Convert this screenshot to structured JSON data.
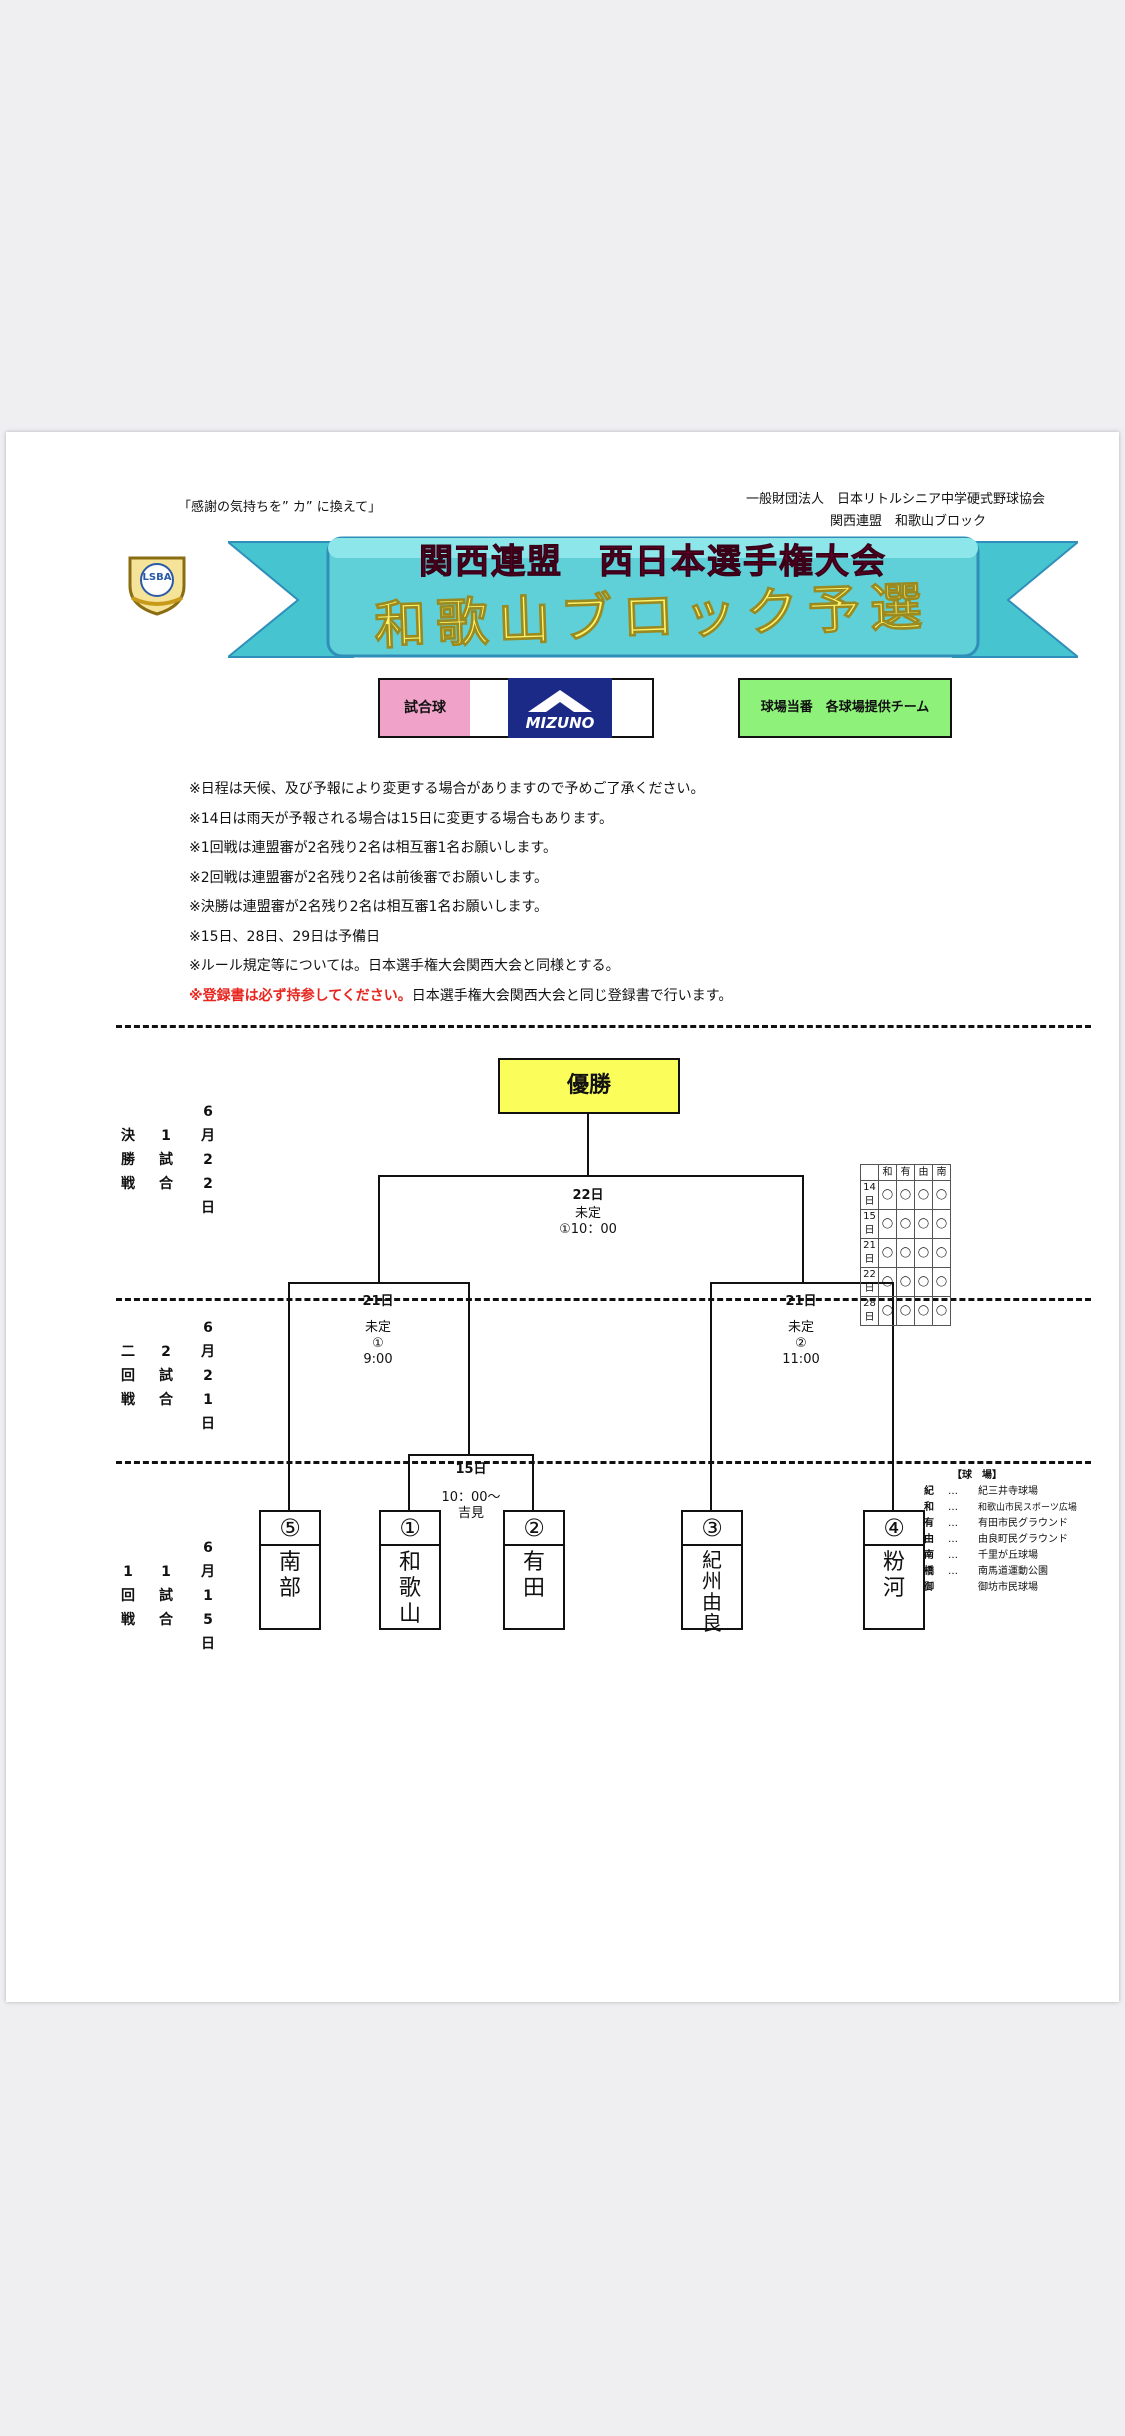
{
  "header": {
    "slogan": "「感謝の気持ちを” カ” に換えて」",
    "org_line1": "一般財団法人　日本リトルシニア中学硬式野球協会",
    "org_line2": "関西連盟　和歌山ブロック"
  },
  "logo": {
    "text": "LSBA"
  },
  "banner": {
    "line1": "関西連盟　西日本選手権大会",
    "line2": "和歌山ブロック予選"
  },
  "ball_box": {
    "label": "試合球",
    "brand": "MIZUNO"
  },
  "duty_box": {
    "label": "球場当番　各球場提供チーム"
  },
  "notes": [
    "※日程は天候、及び予報により変更する場合がありますので予めご了承ください。",
    "※14日は雨天が予報される場合は15日に変更する場合もあります。",
    "※1回戦は連盟審が2名残り2名は相互審1名お願いします。",
    "※2回戦は連盟審が2名残り2名は前後審でお願いします。",
    "※決勝は連盟審が2名残り2名は相互審1名お願いします。",
    "※15日、28日、29日は予備日",
    "※ルール規定等については。日本選手権大会関西大会と同様とする。"
  ],
  "note_last": {
    "prefix": "※",
    "red": "登録書は必ず持参してください。",
    "rest": "日本選手権大会関西大会と同じ登録書で行います。"
  },
  "rounds": {
    "final": {
      "c1": [
        "決",
        "勝",
        "戦"
      ],
      "c2": [
        "1",
        "試",
        "合"
      ],
      "c3": [
        "6",
        "月",
        "2",
        "2",
        "日"
      ]
    },
    "second": {
      "c1": [
        "二",
        "回",
        "戦"
      ],
      "c2": [
        "2",
        "試",
        "合"
      ],
      "c3": [
        "6",
        "月",
        "2",
        "1",
        "日"
      ]
    },
    "first": {
      "c1": [
        "1",
        "回",
        "戦"
      ],
      "c2": [
        "1",
        "試",
        "合"
      ],
      "c3": [
        "6",
        "月",
        "1",
        "5",
        "日"
      ]
    }
  },
  "champion": "優勝",
  "games": {
    "final": {
      "date": "22日",
      "venue": "未定",
      "time": "①10：00"
    },
    "semi1": {
      "date": "21日",
      "venue": "未定",
      "court": "①",
      "time": "9:00"
    },
    "semi2": {
      "date": "21日",
      "venue": "未定",
      "court": "②",
      "time": "11:00"
    },
    "r1": {
      "date": "15日",
      "time": "10：00～",
      "venue": "吉見"
    }
  },
  "teams": [
    {
      "num": "⑤",
      "name": "南部"
    },
    {
      "num": "①",
      "name": "和歌山"
    },
    {
      "num": "②",
      "name": "有田"
    },
    {
      "num": "③",
      "name": "紀州由良"
    },
    {
      "num": "④",
      "name": "粉河"
    }
  ],
  "availability": {
    "headers": [
      "",
      "和",
      "有",
      "由",
      "南"
    ],
    "rows": [
      [
        "14日",
        "◯",
        "◯",
        "◯",
        "◯"
      ],
      [
        "15日",
        "◯",
        "◯",
        "◯",
        "◯"
      ],
      [
        "21日",
        "◯",
        "◯",
        "◯",
        "◯"
      ],
      [
        "22日",
        "◯",
        "◯",
        "◯",
        "◯"
      ],
      [
        "28日",
        "◯",
        "◯",
        "◯",
        "◯"
      ]
    ]
  },
  "venues": {
    "title": "【球　場】",
    "items": [
      {
        "key": "紀",
        "dots": "…",
        "name": "紀三井寺球場"
      },
      {
        "key": "和",
        "dots": "…",
        "name": "和歌山市民スポーツ広場"
      },
      {
        "key": "有",
        "dots": "…",
        "name": "有田市民グラウンド"
      },
      {
        "key": "由",
        "dots": "…",
        "name": "由良町民グラウンド"
      },
      {
        "key": "南",
        "dots": "…",
        "name": "千里が丘球場"
      },
      {
        "key": "橋",
        "dots": "…",
        "name": "南馬道運動公園"
      },
      {
        "key": "御",
        "dots": "",
        "name": "御坊市民球場"
      }
    ]
  }
}
